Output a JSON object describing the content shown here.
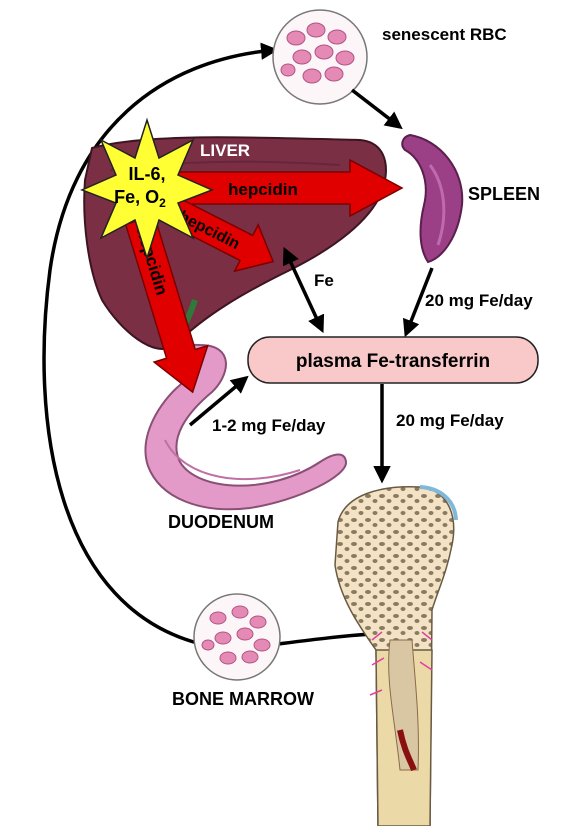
{
  "labels": {
    "senescent_rbc": "senescent RBC",
    "liver": "LIVER",
    "spleen": "SPLEEN",
    "duodenum": "DUODENUM",
    "bone_marrow": "BONE MARROW",
    "plasma": "plasma Fe-transferrin",
    "fe": "Fe"
  },
  "star": {
    "line1": "IL-6,",
    "line2_prefix": "Fe, O",
    "line2_sub": "2"
  },
  "flows": {
    "spleen_to_plasma": "20 mg Fe/day",
    "plasma_to_marrow": "20 mg Fe/day",
    "duodenum_to_plasma": "1-2 mg Fe/day"
  },
  "hepcidin": {
    "to_spleen": "hepcidin",
    "to_plasma": "hepcidin",
    "to_duodenum": "hepcidin"
  },
  "colors": {
    "liver": "#7a2f45",
    "spleen": "#9b3f86",
    "duodenum": "#e39ac8",
    "plasma_box": "#f9c8c8",
    "hepcidin_arrow": "#e00000",
    "star": "#ffff33",
    "rbc": "#e58ab4",
    "bone": "#f3e3c4"
  }
}
